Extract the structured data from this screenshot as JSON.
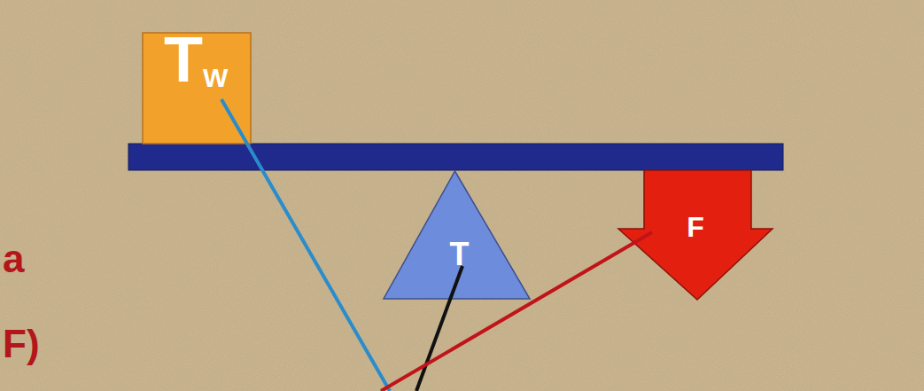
{
  "diagram": {
    "nodes": [
      {
        "text": [
          "T",
          "W"
        ]
      },
      {
        "text": [
          "T"
        ]
      },
      {
        "text": [
          "F"
        ]
      }
    ],
    "labels": [
      "a",
      "F)"
    ]
  }
}
